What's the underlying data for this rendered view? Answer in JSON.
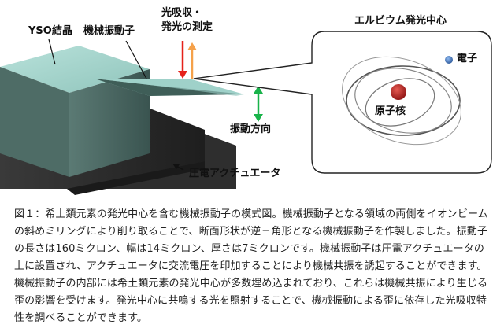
{
  "diagram": {
    "labels": {
      "yso_crystal": "YSO結晶",
      "resonator": "機械振動子",
      "measure_line1": "光吸収・",
      "measure_line2": "発光の測定",
      "vibration_direction": "振動方向",
      "piezo_actuator": "圧電アクチュエータ",
      "inset_title": "エルビウム発光中心",
      "electron": "電子",
      "nucleus": "原子核"
    },
    "colors": {
      "crystal_top": "#a9d6cf",
      "crystal_side": "#50706a",
      "crystal_front": "#3a5450",
      "base": "#2b2b2b",
      "beam": "#a9d6cf",
      "arrow_red": "#e5211a",
      "arrow_orange": "#f5a14a",
      "arrow_green": "#19b34a",
      "nucleus": "#b4201f",
      "electron": "#3b6fb6",
      "orbit": "#555555"
    }
  },
  "caption": {
    "text": "図１：希土類元素の発光中心を含む機械振動子の模式図。機械振動子となる領域の両側をイオンビームの斜めミリングにより削り取ることで、断面形状が逆三角形となる機械振動子を作製しました。振動子の長さは160ミクロン、幅は14ミクロン、厚さは7ミクロンです。機械振動子は圧電アクチュエータの上に設置され、アクチュエータに交流電圧を印加することにより機械共振を誘起することができます。機械振動子の内部には希土類元素の発光中心が多数埋め込まれており、これらは機械共振により生じる歪の影響を受けます。発光中心に共鳴する光を照射することで、機械振動による歪に依存した光吸収特性を調べることができます。"
  }
}
